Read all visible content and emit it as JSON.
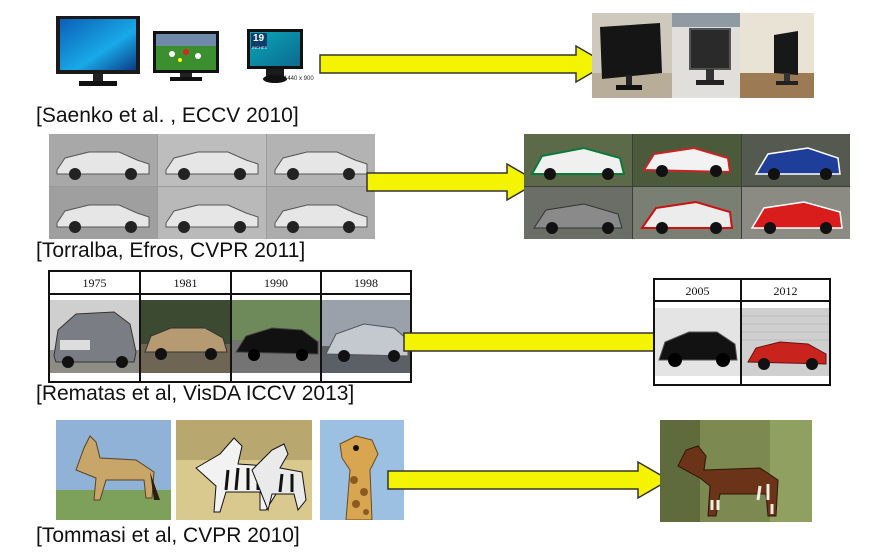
{
  "rows": [
    {
      "citation": "[Saenko et al. , ECCV 2010]"
    },
    {
      "citation": "[Torralba, Efros, CVPR 2011]"
    },
    {
      "citation": "[Rematas et al, VisDA ICCV 2013]"
    },
    {
      "citation": "[Tommasi et al, CVPR 2010]"
    }
  ],
  "monitor_badge": {
    "size": "19",
    "unit": "INCHES",
    "res": "1440 x 900"
  },
  "source_years": [
    "1975",
    "1981",
    "1990",
    "1998"
  ],
  "target_years": [
    "2005",
    "2012"
  ],
  "colors": {
    "arrow_fill": "#f4f400",
    "arrow_stroke": "#333333"
  }
}
